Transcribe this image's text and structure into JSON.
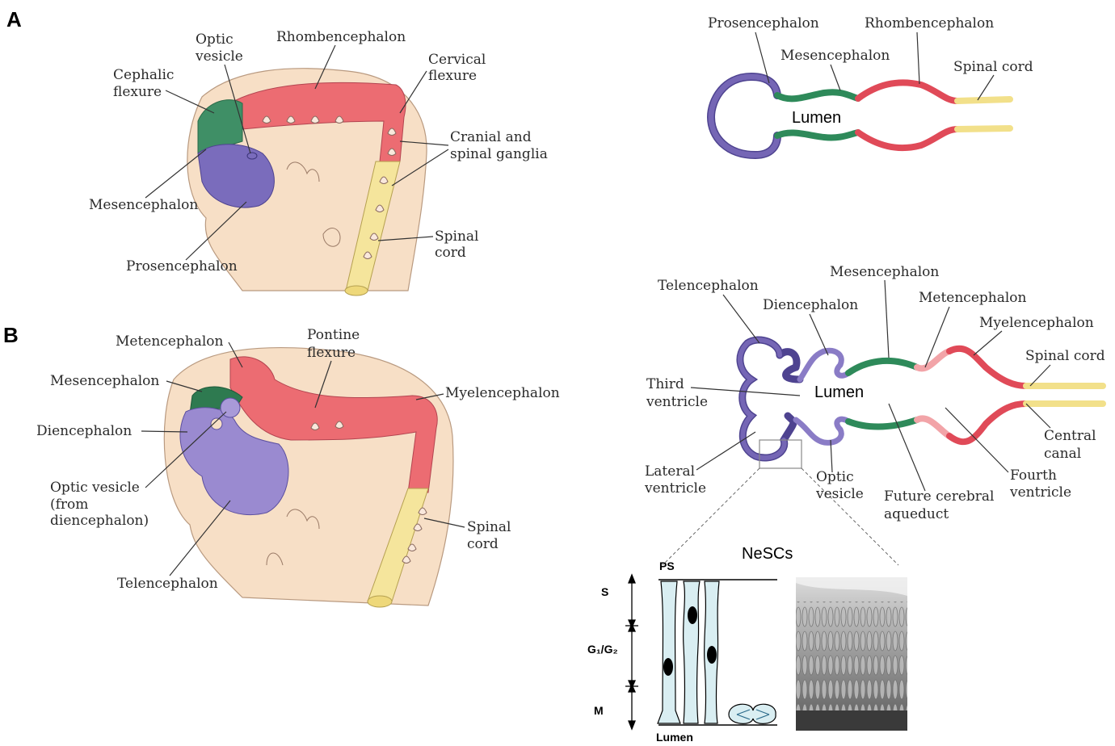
{
  "panels": {
    "a": "A",
    "b": "B"
  },
  "panel_a": {
    "optic_vesicle": [
      "Optic",
      "vesicle"
    ],
    "rhombencephalon": "Rhombencephalon",
    "cephalic_flexure": [
      "Cephalic",
      "flexure"
    ],
    "cervical_flexure": [
      "Cervical",
      "flexure"
    ],
    "cranial_spinal_ganglia": [
      "Cranial and",
      "spinal ganglia"
    ],
    "mesencephalon": "Mesencephalon",
    "spinal_cord": [
      "Spinal",
      "cord"
    ],
    "prosencephalon": "Prosencephalon"
  },
  "panel_b": {
    "metencephalon": "Metencephalon",
    "pontine_flexure": [
      "Pontine",
      "flexure"
    ],
    "mesencephalon": "Mesencephalon",
    "myelencephalon": "Myelencephalon",
    "diencephalon": "Diencephalon",
    "optic_vesicle": [
      "Optic vesicle",
      "(from",
      "diencephalon)"
    ],
    "spinal_cord": [
      "Spinal",
      "cord"
    ],
    "telencephalon": "Telencephalon"
  },
  "tube_top": {
    "prosencephalon": "Prosencephalon",
    "rhombencephalon": "Rhombencephalon",
    "mesencephalon": "Mesencephalon",
    "spinal_cord": "Spinal cord",
    "lumen": "Lumen"
  },
  "tube_bottom": {
    "mesencephalon": "Mesencephalon",
    "telencephalon": "Telencephalon",
    "metencephalon": "Metencephalon",
    "diencephalon": "Diencephalon",
    "myelencephalon": "Myelencephalon",
    "spinal_cord": "Spinal cord",
    "third_ventricle": [
      "Third",
      "ventricle"
    ],
    "lumen": "Lumen",
    "central_canal": [
      "Central",
      "canal"
    ],
    "lateral_ventricle": [
      "Lateral",
      "ventricle"
    ],
    "optic_vesicle": [
      "Optic",
      "vesicle"
    ],
    "future_cerebral_aqueduct": [
      "Future cerebral",
      "aqueduct"
    ],
    "fourth_ventricle": [
      "Fourth",
      "ventricle"
    ]
  },
  "inset": {
    "nescs": "NeSCs",
    "ps": "PS",
    "s": "S",
    "g1g2": "G₁/G₂",
    "m": "M",
    "lumen": "Lumen"
  },
  "colors": {
    "prosencephalon": "#6a5aa8",
    "mesencephalon": "#2e8a5a",
    "rhombencephalon": "#e04a58",
    "spinal_cord": "#f2e08a",
    "embryo": "#f6dcc0"
  }
}
